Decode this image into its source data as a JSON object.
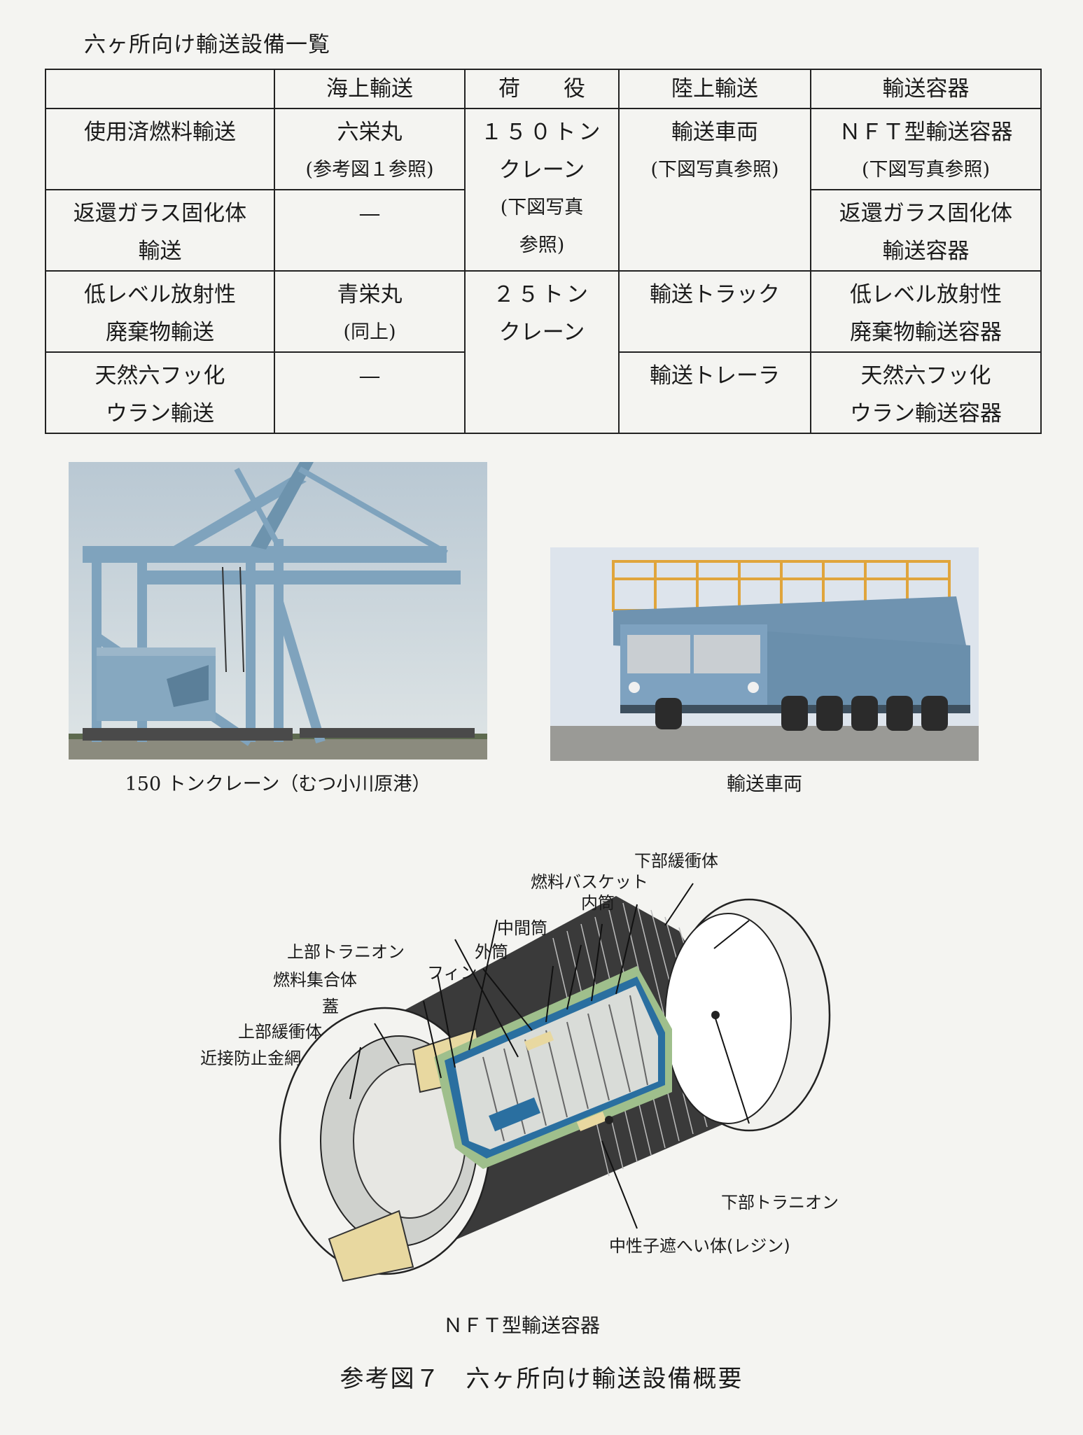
{
  "title": "六ヶ所向け輸送設備一覧",
  "table": {
    "headers": [
      "",
      "海上輸送",
      "荷　　役",
      "陸上輸送",
      "輸送容器"
    ],
    "rows": {
      "spent_fuel": {
        "label": "使用済燃料輸送",
        "sea": "六栄丸",
        "sea_note": "(参考図１参照)",
        "land": "輸送車両",
        "land_note": "(下図写真参照)",
        "container": "ＮＦＴ型輸送容器",
        "container_note": "(下図写真参照)"
      },
      "vitrified": {
        "label_1": "返還ガラス固化体",
        "label_2": "輸送",
        "sea": "—",
        "container_1": "返還ガラス固化体",
        "container_2": "輸送容器"
      },
      "low_level": {
        "label_1": "低レベル放射性",
        "label_2": "廃棄物輸送",
        "sea": "青栄丸",
        "sea_note": "(同上)",
        "land": "輸送トラック",
        "container_1": "低レベル放射性",
        "container_2": "廃棄物輸送容器"
      },
      "uf6": {
        "label_1": "天然六フッ化",
        "label_2": "ウラン輸送",
        "sea": "—",
        "land": "輸送トレーラ",
        "container_1": "天然六フッ化",
        "container_2": "ウラン輸送容器"
      }
    },
    "handling_150": {
      "line_1": "１５０トン",
      "line_2": "クレーン",
      "note_1": "(下図写真",
      "note_2": "参照)"
    },
    "handling_25": {
      "line_1": "２５トン",
      "line_2": "クレーン"
    }
  },
  "photos": {
    "crane_caption": "150 トンクレーン（むつ小川原港）",
    "vehicle_caption": "輸送車両"
  },
  "cask": {
    "labels": {
      "lower_shock_absorber": "下部緩衝体",
      "fuel_basket": "燃料バスケット",
      "inner_shell": "内筒",
      "middle_shell": "中間筒",
      "outer_shell": "外筒",
      "upper_trunnion": "上部トラニオン",
      "fin": "フィン",
      "fuel_assembly": "燃料集合体",
      "lid": "蓋",
      "upper_shock_absorber": "上部緩衝体",
      "proximity_mesh": "近接防止金網",
      "lower_trunnion": "下部トラニオン",
      "neutron_shield": "中性子遮へい体(レジン)"
    },
    "caption": "ＮＦＴ型輸送容器"
  },
  "figure_caption": "参考図７　六ヶ所向け輸送設備概要",
  "colors": {
    "steel_blue": "#7fa3bd",
    "sky": "#c9d6df",
    "resin_green": "#9fbf8c",
    "basket_blue": "#2a6fa0",
    "absorber_yellow": "#e8d8a0"
  }
}
